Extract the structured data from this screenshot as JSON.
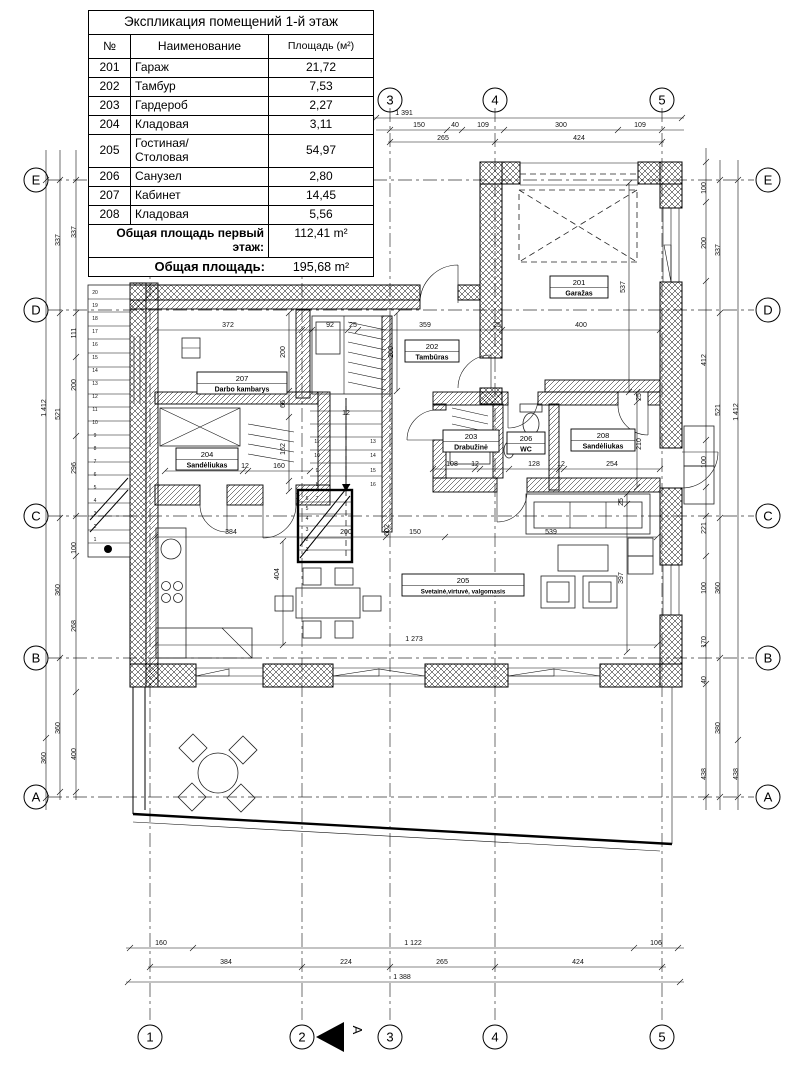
{
  "schedule": {
    "title": "Экспликация помещений 1-й этаж",
    "col_no": "№",
    "col_name": "Наименование",
    "col_area": "Площадь (м²)",
    "rows": [
      {
        "n": "201",
        "name": "Гараж",
        "area": "21,72"
      },
      {
        "n": "202",
        "name": "Тамбур",
        "area": "7,53"
      },
      {
        "n": "203",
        "name": "Гардероб",
        "area": "2,27"
      },
      {
        "n": "204",
        "name": "Кладовая",
        "area": "3,11"
      },
      {
        "n": "205",
        "name": "Гостиная/\nСтоловая",
        "area": "54,97"
      },
      {
        "n": "206",
        "name": "Санузел",
        "area": "2,80"
      },
      {
        "n": "207",
        "name": "Кабинет",
        "area": "14,45"
      },
      {
        "n": "208",
        "name": "Кладовая",
        "area": "5,56"
      }
    ],
    "total_floor_label": "Общая площадь первый этаж:",
    "total_floor_value": "112,41 m²",
    "total_label": "Общая площадь:",
    "total_value": "195,68 m²"
  },
  "axes": {
    "top": [
      "3",
      "4",
      "5"
    ],
    "bottom": [
      "1",
      "2",
      "3",
      "4",
      "5"
    ],
    "left": [
      "E",
      "D",
      "C",
      "B",
      "A"
    ],
    "right": [
      "E",
      "D",
      "C",
      "B",
      "A"
    ]
  },
  "section_marker": {
    "label": "A"
  },
  "rooms": [
    {
      "number": "201",
      "name": "Garažas"
    },
    {
      "number": "202",
      "name": "Tambūras"
    },
    {
      "number": "203",
      "name": "Drabužinė"
    },
    {
      "number": "204",
      "name": "Sandėliukas"
    },
    {
      "number": "205",
      "name": "Svetainė,virtuvė, valgomasis"
    },
    {
      "number": "206",
      "name": "WC"
    },
    {
      "number": "207",
      "name": "Darbo kambarys"
    },
    {
      "number": "208",
      "name": "Sandėliukas"
    }
  ],
  "dims": {
    "top": [
      "1 391",
      "150",
      "40",
      "109",
      "300",
      "109",
      "265",
      "424"
    ],
    "bottom": [
      "160",
      "1 122",
      "106",
      "384",
      "224",
      "265",
      "424",
      "1 388"
    ],
    "left": [
      "337",
      "337",
      "1 412",
      "521",
      "111",
      "200",
      "296",
      "100",
      "360",
      "268",
      "360",
      "400",
      "360"
    ],
    "right": [
      "100",
      "200",
      "337",
      "412",
      "521",
      "1 412",
      "100",
      "221",
      "100",
      "360",
      "170",
      "40",
      "380",
      "438",
      "438"
    ],
    "interior": [
      "372",
      "92",
      "25",
      "359",
      "25",
      "400",
      "200",
      "66",
      "162",
      "200",
      "537",
      "25",
      "210",
      "200",
      "12",
      "160",
      "108",
      "12",
      "128",
      "12",
      "254",
      "384",
      "200",
      "150",
      "539",
      "602",
      "404",
      "25",
      "397",
      "1 273"
    ]
  },
  "stairs": {
    "exterior_desc": [
      "20",
      "19",
      "18",
      "17",
      "16",
      "15",
      "14",
      "13",
      "12",
      "11",
      "10",
      "9",
      "8",
      "7",
      "6",
      "5",
      "4",
      "3",
      "2",
      "1"
    ],
    "interior_left": [
      "11",
      "10",
      "9",
      "8",
      "7"
    ],
    "interior_right": [
      "13",
      "14",
      "15",
      "16"
    ],
    "interior_lower": [
      "6",
      "5",
      "4",
      "3",
      "2",
      "1"
    ],
    "mid": "12"
  }
}
